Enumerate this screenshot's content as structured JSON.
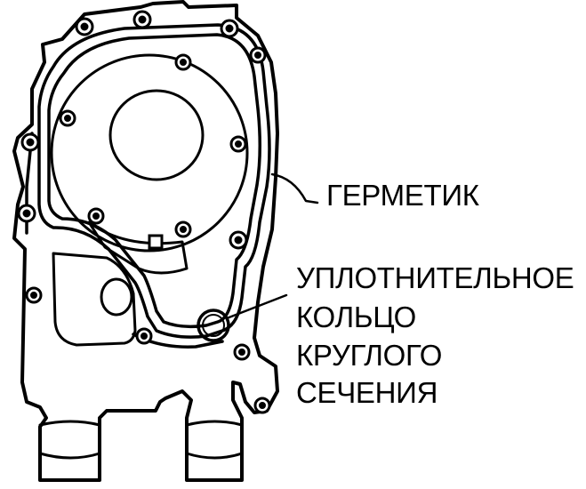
{
  "labels": {
    "sealant": "ГЕРМЕТИК",
    "oring_lines": [
      "УПЛОТНИТЕЛЬНОЕ",
      "КОЛЬЦО",
      "КРУГЛОГО",
      "СЕЧЕНИЯ"
    ]
  },
  "colors": {
    "ink": "#000000",
    "paper": "#ffffff"
  }
}
